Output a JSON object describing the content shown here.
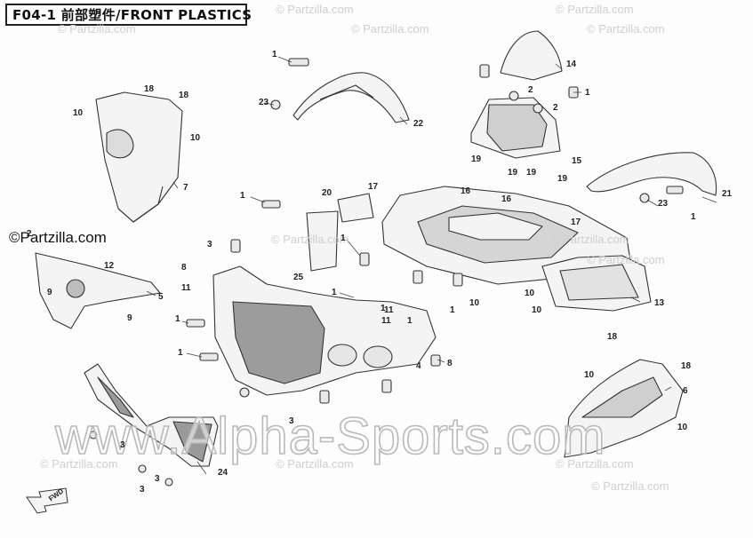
{
  "title": "F04-1 前部塑件/FRONT PLASTICS",
  "watermarks": {
    "credit": "©Partzilla.com",
    "repeat": "© Partzilla.com",
    "big": "www.Alpha-Sports.com"
  },
  "forward_label": "FWD",
  "callouts": [
    "1",
    "1",
    "1",
    "1",
    "1",
    "1",
    "1",
    "1",
    "1",
    "1",
    "1",
    "2",
    "2",
    "2",
    "3",
    "3",
    "3",
    "3",
    "3",
    "4",
    "5",
    "6",
    "7",
    "8",
    "8",
    "9",
    "9",
    "10",
    "10",
    "10",
    "10",
    "10",
    "10",
    "10",
    "11",
    "11",
    "11",
    "12",
    "13",
    "14",
    "15",
    "16",
    "16",
    "17",
    "17",
    "18",
    "18",
    "18",
    "18",
    "19",
    "19",
    "19",
    "19",
    "20",
    "21",
    "22",
    "23",
    "23",
    "24",
    "25"
  ],
  "colors": {
    "line": "#333333",
    "title_border": "#222222",
    "watermark": "#c8c8c8"
  }
}
